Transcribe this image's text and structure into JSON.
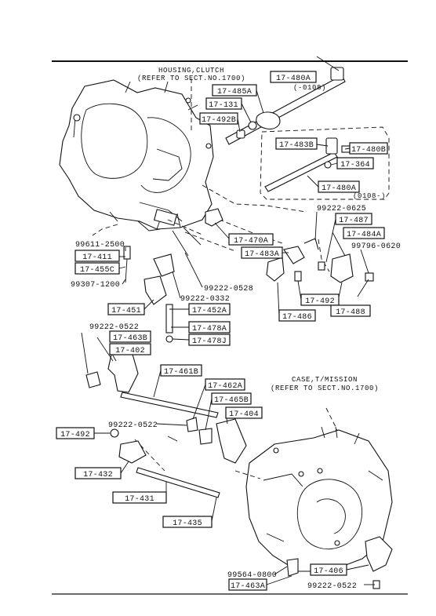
{
  "captions": {
    "housing_line1": "HOUSING,CLUTCH",
    "housing_line2": "(REFER TO SECT.NO.1700)",
    "case_line1": "CASE,T/MISSION",
    "case_line2": "(REFER TO SECT.NO.1700)",
    "note_0108_top": "(-0108)",
    "note_0108_bottom": "(0108-)"
  },
  "labels": {
    "l_480a_top": "17-480A",
    "l_485a": "17-485A",
    "l_131": "17-131",
    "l_492b": "17-492B",
    "l_483b": "17-483B",
    "l_480b": "17-480B",
    "l_364": "17-364",
    "l_480a_inset": "17-480A",
    "l_487": "17-487",
    "l_484a": "17-484A",
    "l_470a": "17-470A",
    "l_483a": "17-483A",
    "l_492_mid": "17-492",
    "l_486": "17-486",
    "l_488": "17-488",
    "l_411": "17-411",
    "l_455c": "17-455C",
    "l_451": "17-451",
    "l_452a": "17-452A",
    "l_478a": "17-478A",
    "l_478j": "17-478J",
    "l_463b": "17-463B",
    "l_402": "17-402",
    "l_461b": "17-461B",
    "l_462a": "17-462A",
    "l_465b": "17-465B",
    "l_404": "17-404",
    "l_492_left": "17-492",
    "l_432": "17-432",
    "l_431": "17-431",
    "l_435": "17-435",
    "l_406": "17-406",
    "l_463a": "17-463A"
  },
  "numbers": {
    "n_99222_0625": "99222-0625",
    "n_99796_0620": "99796-0620",
    "n_99611_2500": "99611-2500",
    "n_99307_1200": "99307-1200",
    "n_99222_0528": "99222-0528",
    "n_99222_0332": "99222-0332",
    "n_99222_0522_a": "99222-0522",
    "n_99222_0522_b": "99222-0522",
    "n_99564_0800": "99564-0800",
    "n_99222_0522_c": "99222-0522"
  }
}
